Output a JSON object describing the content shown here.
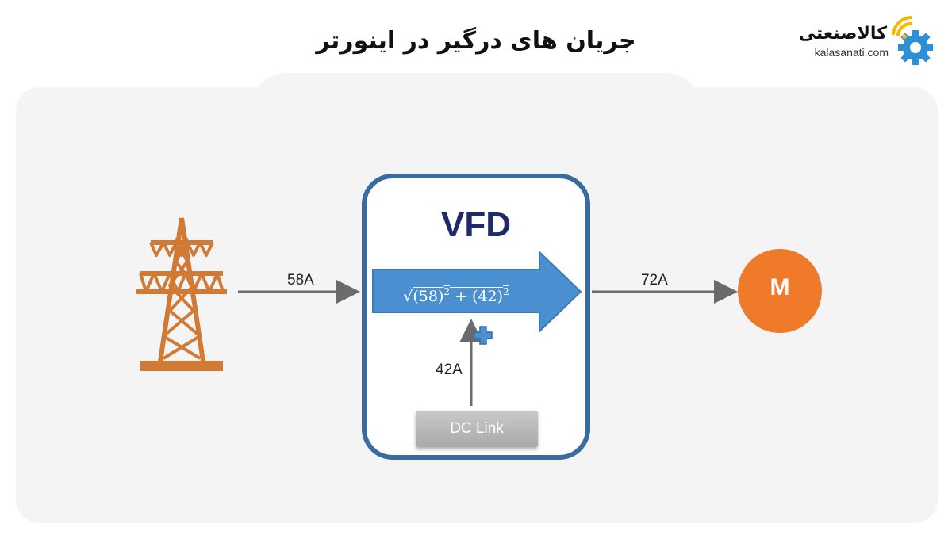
{
  "header": {
    "title": "جریان های درگیر در اینورتر"
  },
  "logo": {
    "name": "کالاصنعتی",
    "url": "kalasanati.com",
    "icon": "gear-wifi-icon",
    "color_primary": "#2f8fd6",
    "color_accent": "#f5b800"
  },
  "diagram": {
    "vfd_label": "VFD",
    "input_current": "58A",
    "output_current": "72A",
    "dc_current": "42A",
    "dc_link_label": "DC Link",
    "motor_label": "M",
    "formula": {
      "open_a": "(58)",
      "exp_a": "2",
      "plus": " + ",
      "open_b": "(42)",
      "exp_b": "2"
    },
    "icons": {
      "grid": "transmission-tower-icon",
      "plus": "plus-icon"
    },
    "colors": {
      "vfd_border": "#3a6a9e",
      "arrow_blue": "#4a8fd0",
      "tower": "#d07a35",
      "motor": "#ef7a2a",
      "connector": "#6b6b6b"
    }
  }
}
